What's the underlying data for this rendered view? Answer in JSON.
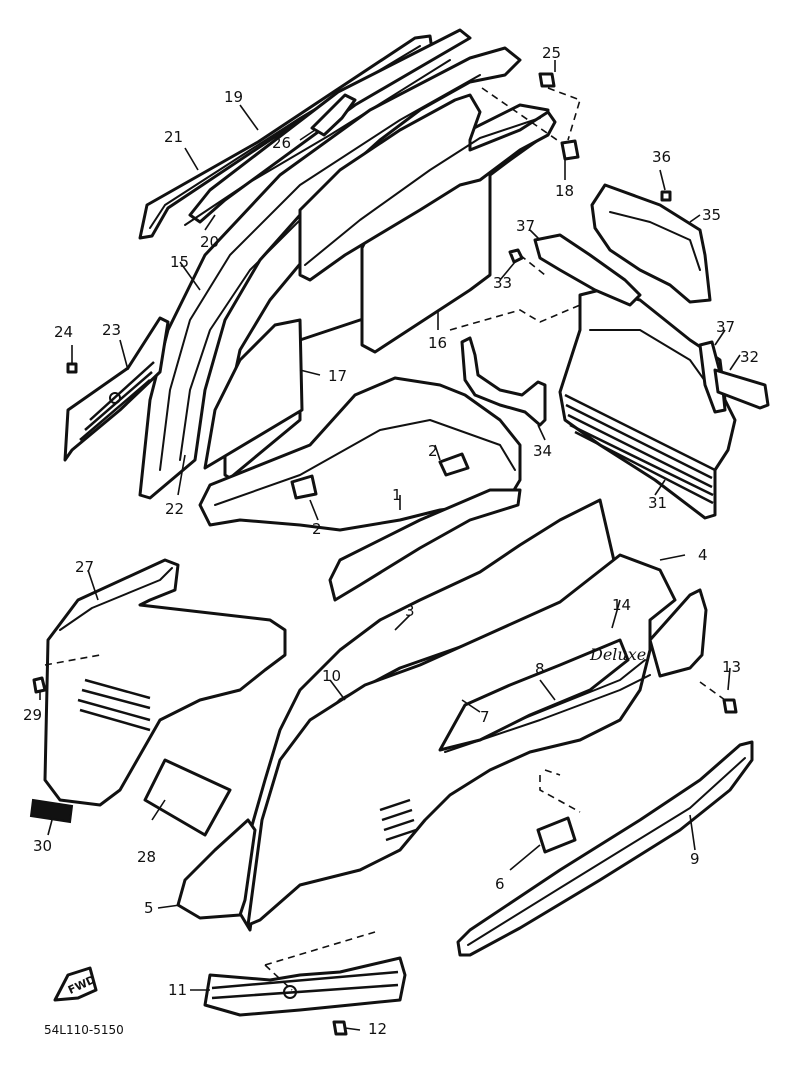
{
  "diagram": {
    "drawing_code": "54L110-5150",
    "fwd_label": "FWD",
    "emblem_text": "Deluxe",
    "callouts": [
      "1",
      "2",
      "2",
      "3",
      "4",
      "5",
      "6",
      "7",
      "8",
      "9",
      "10",
      "11",
      "12",
      "13",
      "14",
      "15",
      "16",
      "17",
      "18",
      "19",
      "20",
      "21",
      "22",
      "23",
      "24",
      "25",
      "26",
      "27",
      "28",
      "29",
      "30",
      "31",
      "32",
      "33",
      "34",
      "35",
      "36",
      "37",
      "37"
    ]
  }
}
